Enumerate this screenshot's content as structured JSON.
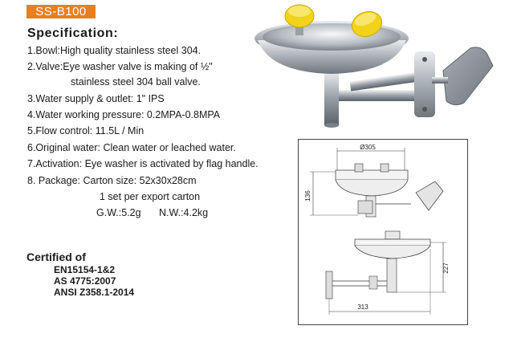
{
  "model": "SS-B100",
  "spec_title": "Specification:",
  "specs": [
    "1.Bowl:High quality stainless steel 304.",
    "2.Valve:Eye washer valve is making of ½\"",
    "stainless steel 304 ball valve.",
    "3.Water supply & outlet: 1\" IPS",
    "4.Water working pressure: 0.2MPA-0.8MPA",
    "5.Flow control: 11.5L / Min",
    "6.Original water: Clean water or leached water.",
    "7.Activation: Eye washer is activated by flag handle.",
    "8. Package: Carton size: 52x30x28cm",
    "1 set per export carton",
    "G.W.:5.2g",
    "N.W.:4.2kg"
  ],
  "certified": {
    "title": "Certified of",
    "items": [
      "EN15154-1&2",
      "AS 4775:2007",
      "ANSI Z358.1-2014"
    ]
  },
  "drawing": {
    "dim_diameter": "Ø305",
    "dim_height_top": "136",
    "dim_height_side": "227",
    "dim_depth": "313"
  },
  "colors": {
    "badge": "#e8801f",
    "eyecup": "#f2d21a",
    "steel": "#b8bcc2"
  }
}
